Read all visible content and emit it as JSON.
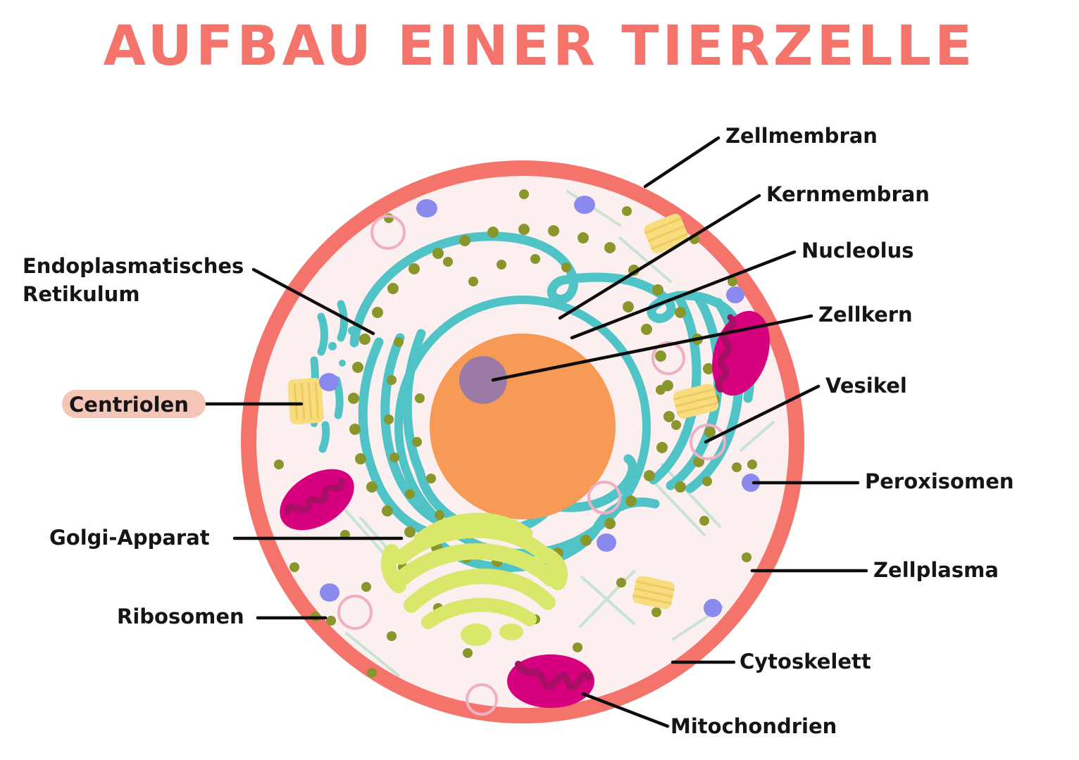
{
  "title": "AUFBAU EINER TIERZELLE",
  "title_color": "#F4736B",
  "labels": {
    "zellmembran": "Zellmembran",
    "kernmembran": "Kernmembran",
    "nucleolus": "Nucleolus",
    "zellkern": "Zellkern",
    "vesikel": "Vesikel",
    "peroxisomen": "Peroxisomen",
    "zellplasma": "Zellplasma",
    "cytoskelett": "Cytoskelett",
    "mitochondrien": "Mitochondrien",
    "ribosomen": "Ribosomen",
    "golgi": "Golgi-Apparat",
    "centriolen": "Centriolen",
    "er_line1": "Endoplasmatisches",
    "er_line2": "Retikulum"
  },
  "highlight": {
    "centriolen_bg": "#F5C5B8"
  },
  "colors": {
    "membrane": "#F4736B",
    "cytoplasm": "#FCEFEF",
    "nucleus": "#F79A55",
    "nucleolus": "#9B7BA5",
    "er": "#4FC3C6",
    "ribosome": "#89962B",
    "golgi": "#D9E86B",
    "mitochondria": "#D6007F",
    "mitochondria_dark": "#A60F63",
    "vesicle": "#EFAFC4",
    "peroxisome": "#8A8AEE",
    "centriole": "#F8DC80",
    "cytoskeleton": "#C9E3D2",
    "leader": "#0d0d0d"
  }
}
